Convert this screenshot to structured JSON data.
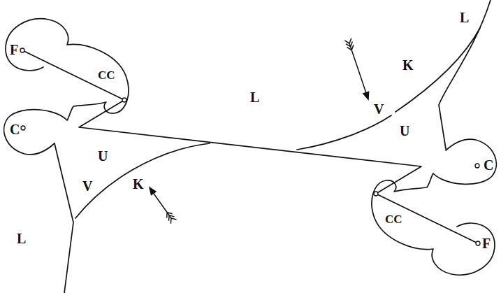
{
  "diagram": {
    "labels": [
      "F",
      "CC",
      "C",
      "U",
      "K",
      "V",
      "L",
      "L",
      "L",
      "K",
      "V",
      "U",
      "C",
      "CC",
      "F"
    ]
  }
}
